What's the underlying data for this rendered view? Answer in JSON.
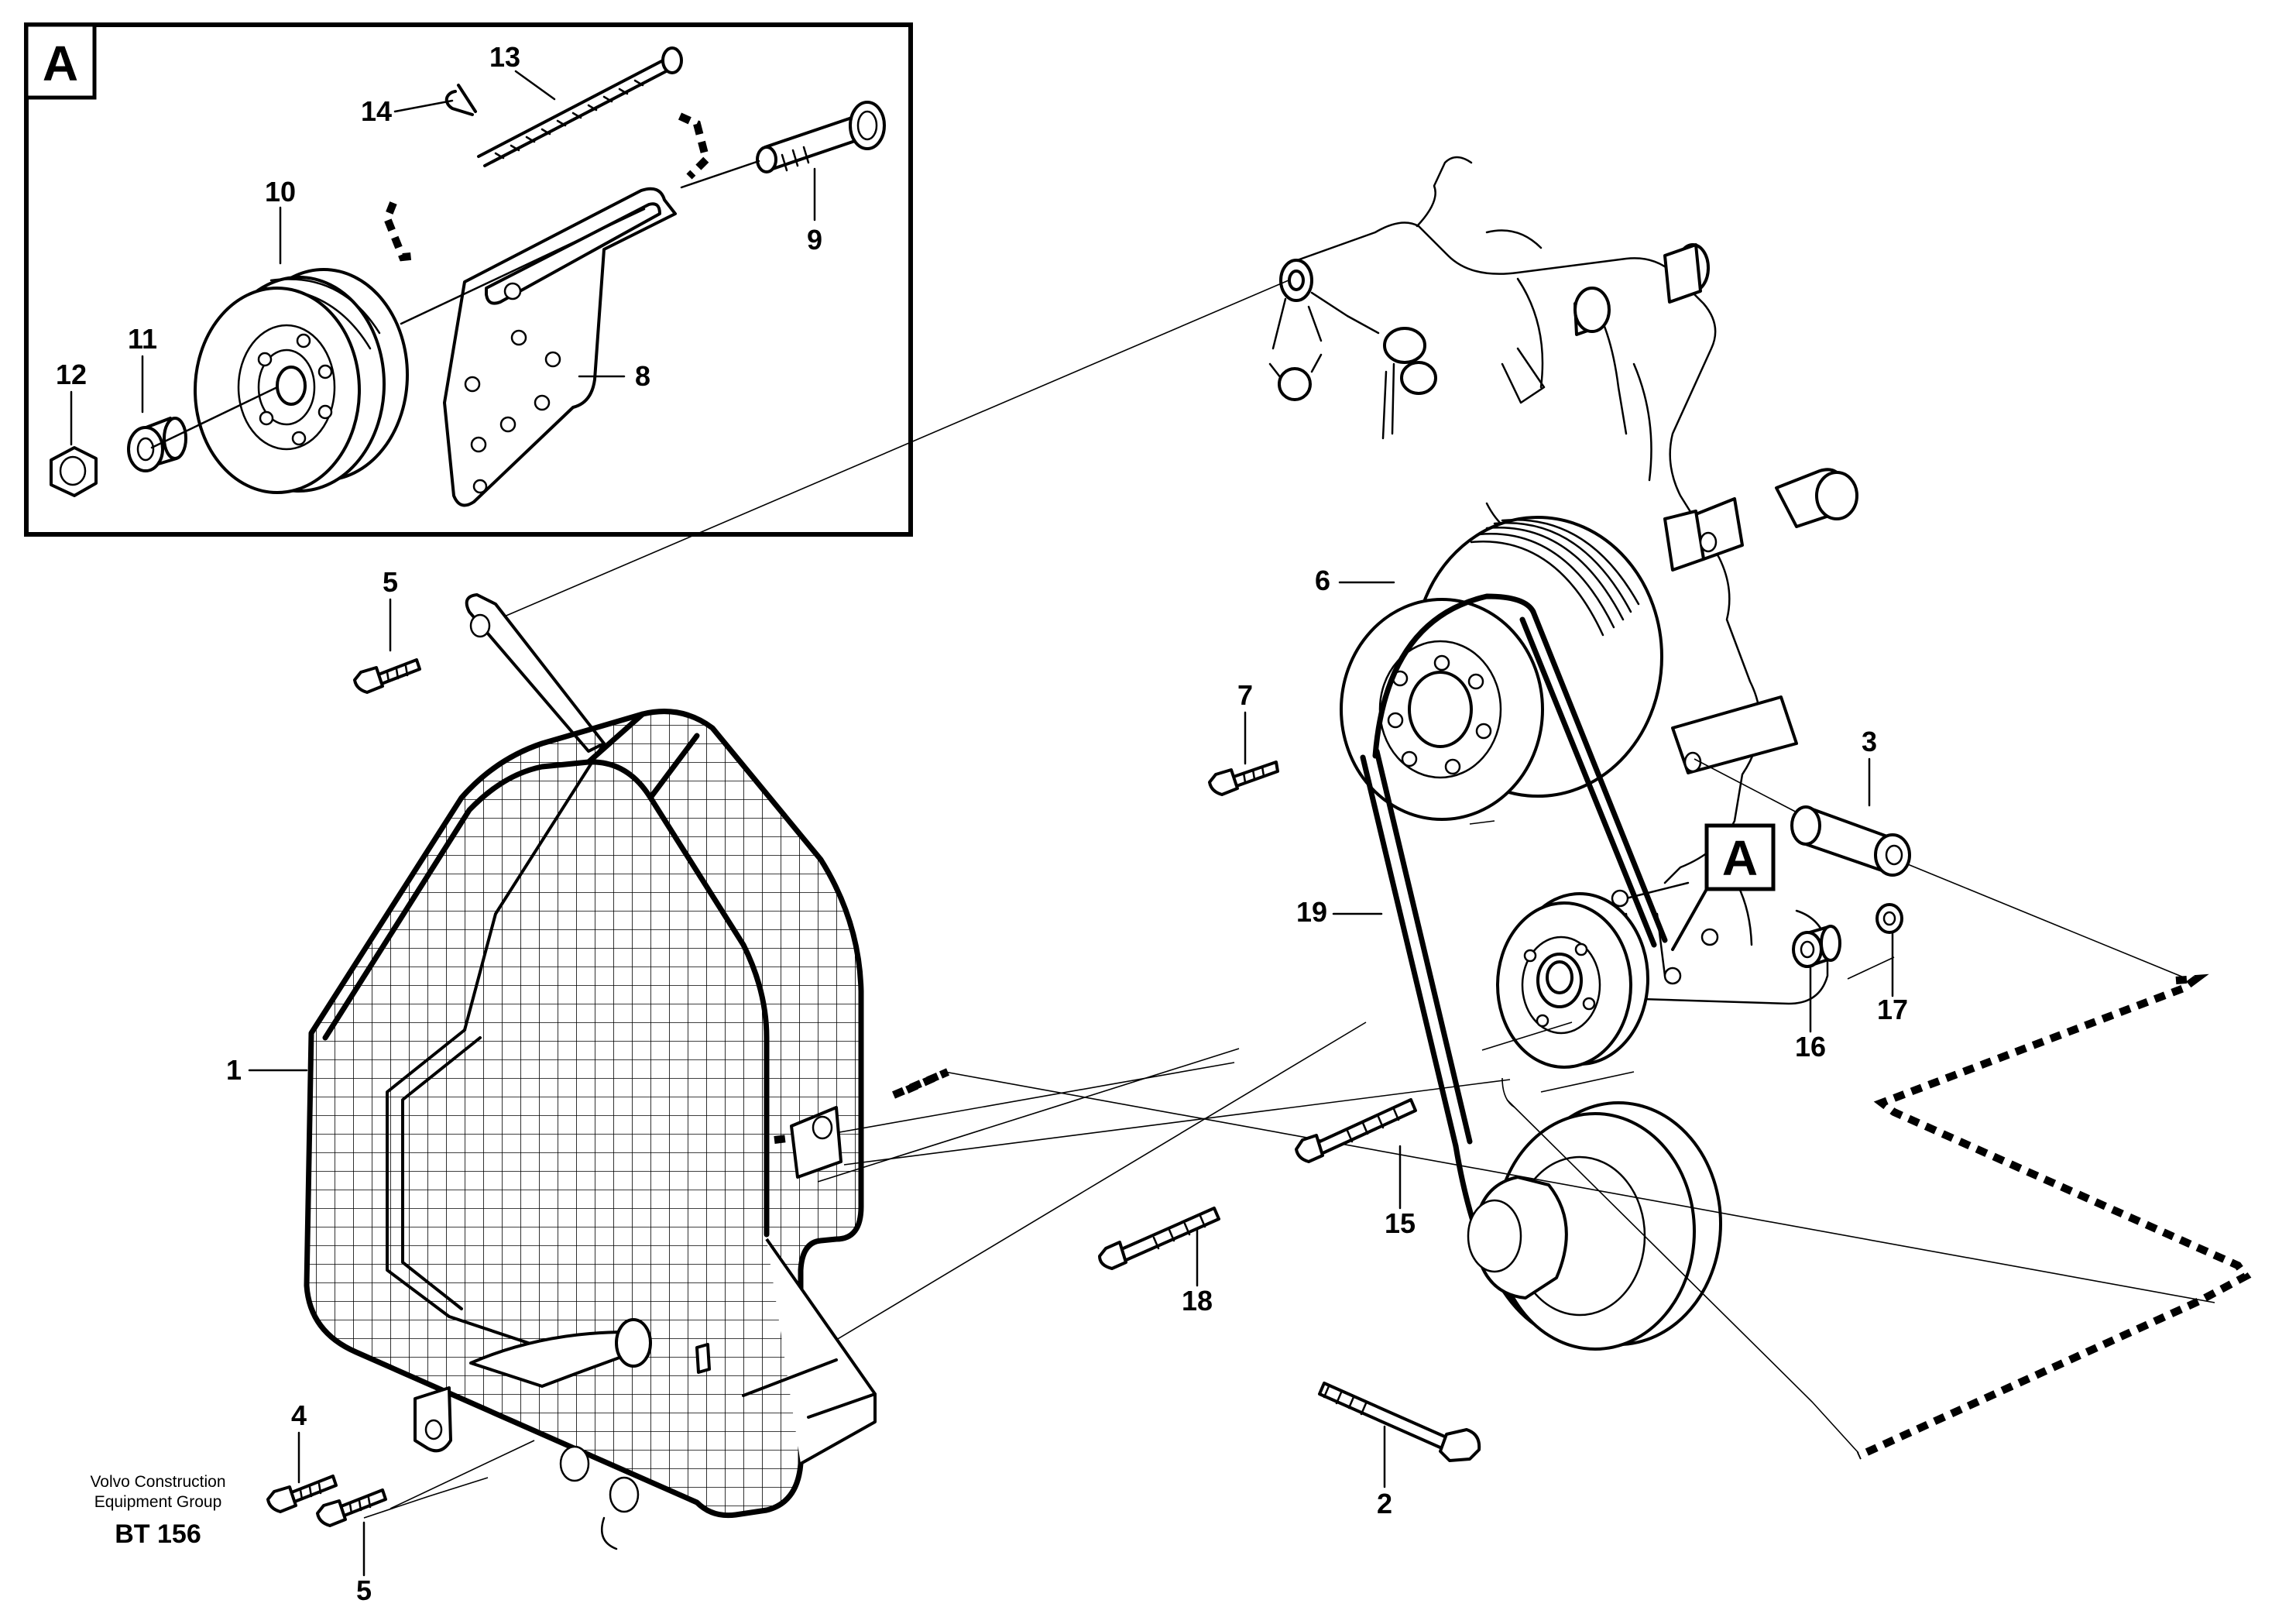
{
  "inset": {
    "label": "A"
  },
  "view_marker": {
    "label": "A"
  },
  "callouts": {
    "c1": "1",
    "c2": "2",
    "c3": "3",
    "c4": "4",
    "c5a": "5",
    "c5b": "5",
    "c6": "6",
    "c7": "7",
    "c8": "8",
    "c9": "9",
    "c10": "10",
    "c11": "11",
    "c12": "12",
    "c13": "13",
    "c14": "14",
    "c15": "15",
    "c16": "16",
    "c17": "17",
    "c18": "18",
    "c19": "19"
  },
  "footer": {
    "credit_line1": "Volvo Construction",
    "credit_line2": "Equipment Group",
    "code": "BT 156"
  }
}
